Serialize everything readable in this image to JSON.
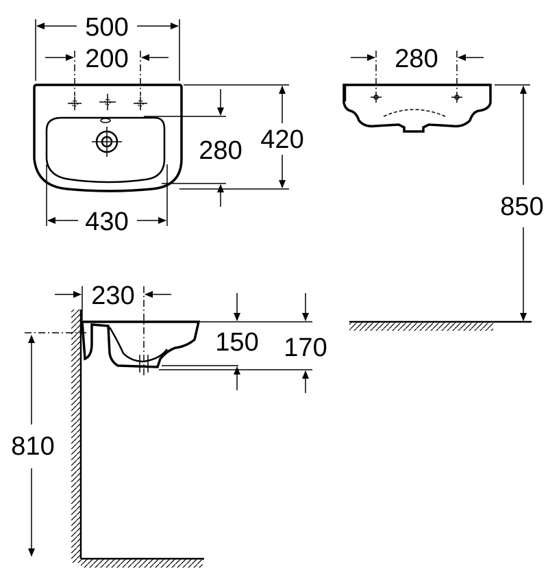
{
  "drawing_kind": "sink-technical-drawing",
  "views": {
    "top": {
      "dimensions": {
        "overall_width": "500",
        "tap_hole_spacing": "200",
        "basin_width": "430",
        "depth_to_drain": "280",
        "overall_depth": "420"
      }
    },
    "front": {
      "dimensions": {
        "tap_hole_spacing": "280",
        "mounting_height": "850"
      }
    },
    "side": {
      "dimensions": {
        "drain_offset": "230",
        "bowl_depth": "150",
        "overall_height": "170",
        "wall_fixing_height": "810"
      }
    }
  }
}
